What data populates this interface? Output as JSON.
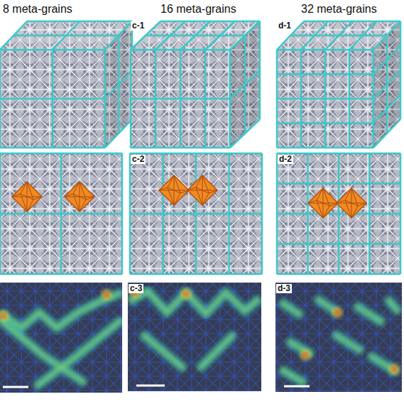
{
  "diagram": {
    "labels": [
      "8 meta-grains",
      "16 meta-grains",
      "32 meta-grains",
      "c-1",
      "d-1",
      "c-2",
      "d-2",
      "c-3",
      "d-3"
    ]
  }
}
